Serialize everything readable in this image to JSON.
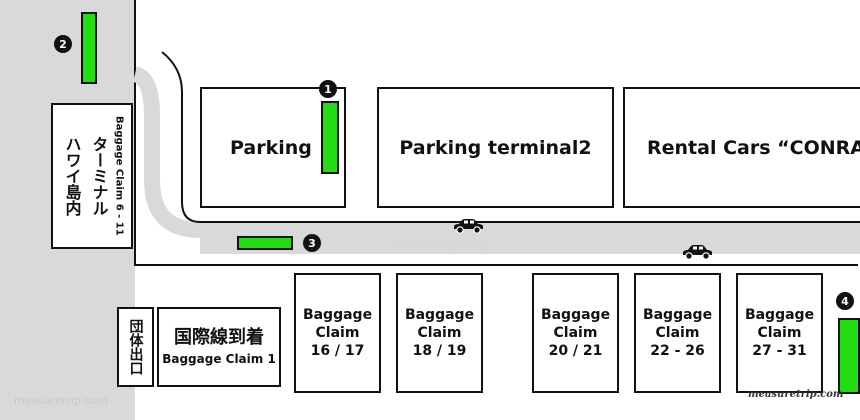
{
  "buildings": {
    "parking": "Parking",
    "parking_terminal2": "Parking terminal2",
    "rental_cars": "Rental Cars “CONRAC”",
    "hawaii_ja_1": "ハワイ島内",
    "hawaii_ja_2": "ターミナル",
    "hawaii_en": "Baggage Claim 6 - 11",
    "group_exit": "団体出口",
    "intl_ja": "国際線到着",
    "intl_en": "Baggage Claim 1"
  },
  "claims": [
    {
      "l1": "Baggage",
      "l2": "Claim",
      "l3": "16 / 17"
    },
    {
      "l1": "Baggage",
      "l2": "Claim",
      "l3": "18 / 19"
    },
    {
      "l1": "Baggage",
      "l2": "Claim",
      "l3": "20 / 21"
    },
    {
      "l1": "Baggage",
      "l2": "Claim",
      "l3": "22 - 26"
    },
    {
      "l1": "Baggage",
      "l2": "Claim",
      "l3": "27 - 31"
    }
  ],
  "markers": [
    "1",
    "2",
    "3",
    "4"
  ],
  "watermarks": {
    "center": "measuretrip.com",
    "bottom_left": "measuretrip.com",
    "bottom_right": "measuretrip.com"
  },
  "colors": {
    "stop": "#22dd11",
    "road": "#d9d9d9",
    "outline": "#111111"
  },
  "icons": {
    "vehicle": "car-icon"
  }
}
